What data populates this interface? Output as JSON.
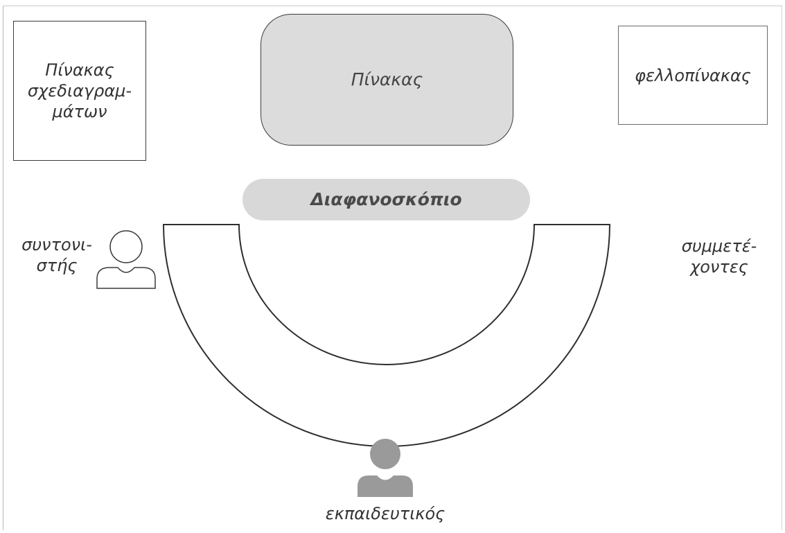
{
  "drawing_board": {
    "label": "Πίνακας\nσχεδιαγραμ-\nμάτων"
  },
  "main_board": {
    "label": "Πίνακας"
  },
  "cork_board": {
    "label": "φελλοπίνακας"
  },
  "projector": {
    "label": "Διαφανοσκόπιο"
  },
  "coordinator": {
    "label": "συντονι-\nστής",
    "icon": "person-outline-icon"
  },
  "participants": {
    "label": "συμμετέ-\nχοντες"
  },
  "teacher": {
    "label": "εκπαιδευτικός",
    "icon": "person-filled-icon"
  },
  "colors": {
    "outline": "#3a3a3a",
    "board_fill": "#dcdcdc",
    "projector_fill": "#d8d8d8",
    "teacher_fill": "#9a9a9a"
  }
}
